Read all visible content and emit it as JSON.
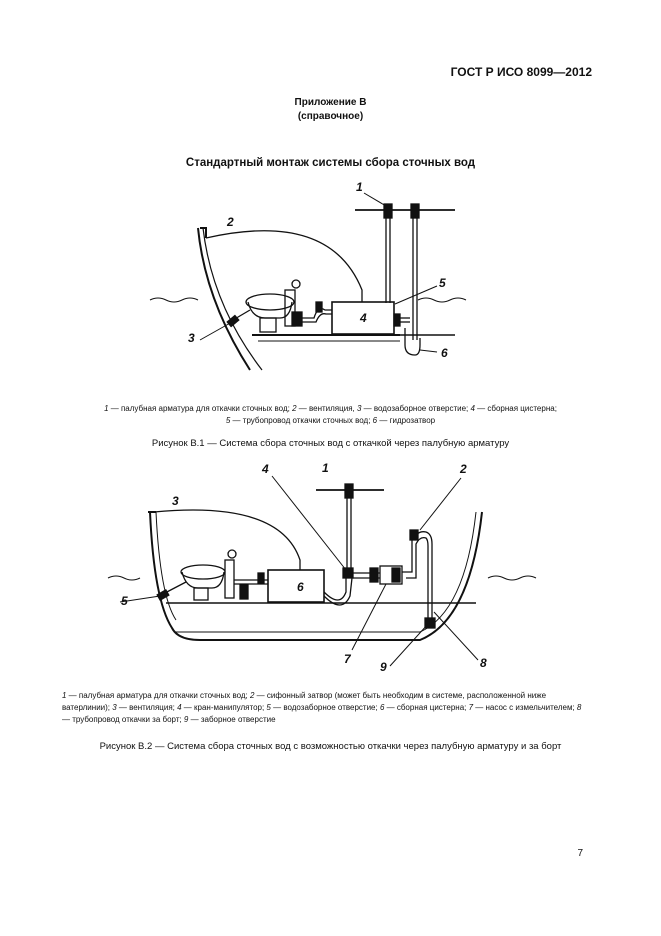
{
  "header": {
    "standard": "ГОСТ Р ИСО 8099—2012"
  },
  "appendix": {
    "title": "Приложение В",
    "subtitle": "(справочное)"
  },
  "section_title": "Стандартный монтаж системы сбора сточных вод",
  "figure1": {
    "labels": [
      "1",
      "2",
      "3",
      "4",
      "5",
      "6"
    ],
    "legend_line1": [
      {
        "n": "1",
        "t": " — палубная арматура для откачки сточных вод; "
      },
      {
        "n": "2",
        "t": " — вентиляция, "
      },
      {
        "n": "3",
        "t": " — водозаборное отверстие; "
      },
      {
        "n": "4",
        "t": " — сборная цистерна;"
      }
    ],
    "legend_line2": [
      {
        "n": "5",
        "t": " — трубопровод откачки сточных вод; "
      },
      {
        "n": "6",
        "t": " — гидрозатвор"
      }
    ],
    "caption": "Рисунок В.1 — Система сбора сточных вод с откачкой через палубную арматуру"
  },
  "figure2": {
    "labels": [
      "1",
      "2",
      "3",
      "4",
      "5",
      "6",
      "7",
      "8",
      "9"
    ],
    "legend": [
      {
        "n": "1",
        "t": " — палубная арматура для откачки сточных вод; "
      },
      {
        "n": "2",
        "t": " — сифонный затвор (может быть необходим в системе, расположенной ниже ватерлинии); "
      },
      {
        "n": "3",
        "t": " — вентиляция; "
      },
      {
        "n": "4",
        "t": " — кран-манипулятор; "
      },
      {
        "n": "5",
        "t": " — водозаборное отверстие; "
      },
      {
        "n": "6",
        "t": " — сборная цистерна; "
      },
      {
        "n": "7",
        "t": " — насос с измельчителем; "
      },
      {
        "n": "8",
        "t": " — трубопровод откачки за борт; "
      },
      {
        "n": "9",
        "t": " — заборное отверстие"
      }
    ],
    "caption": "Рисунок В.2 — Система сбора сточных вод с возможностью откачки через палубную арматуру и за борт"
  },
  "page_number": "7"
}
